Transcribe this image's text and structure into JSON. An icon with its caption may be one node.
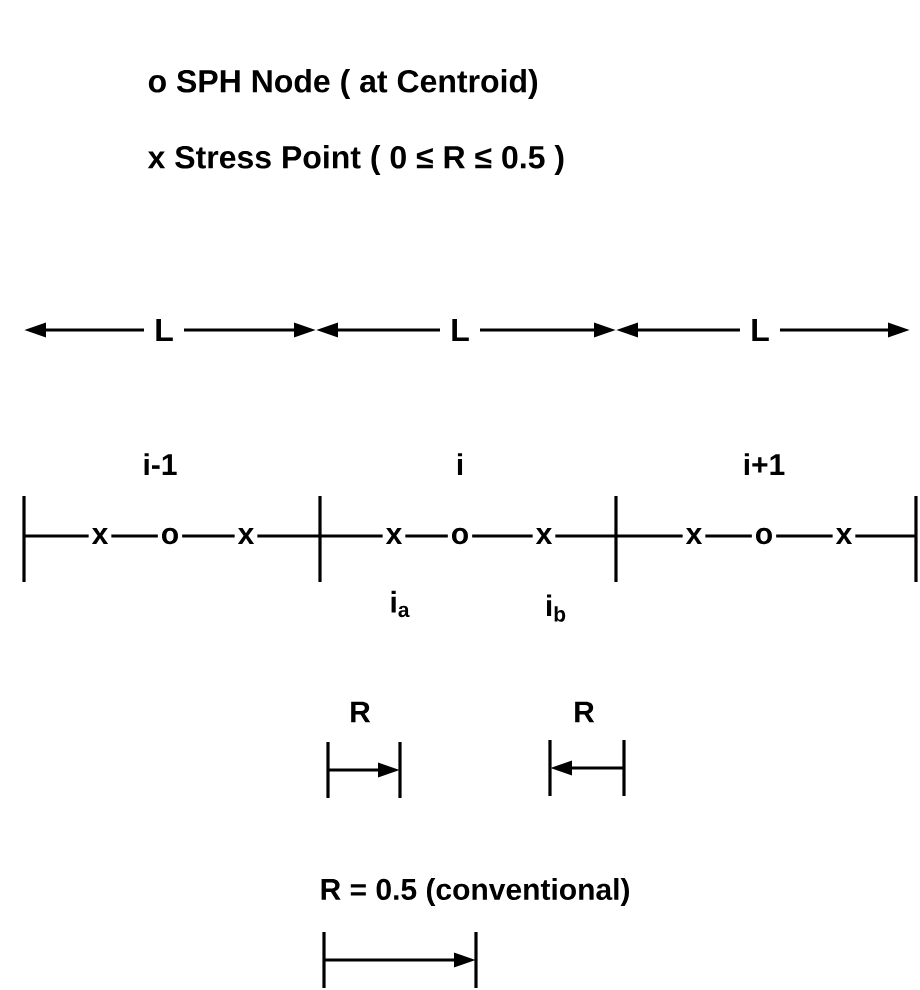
{
  "diagram": {
    "labels": [
      "o SPH Node ( at Centroid)",
      "x Stress Point ( 0 ≤ R ≤ 0.5 )",
      "L",
      "L",
      "L",
      "i-1",
      "i",
      "i+1",
      "x",
      "o",
      "x",
      "x",
      "o",
      "x",
      "x",
      "o",
      "x",
      "i$_{a}$",
      "i$_{b}$",
      "R",
      "R",
      "R = 0.5 (conventional)"
    ]
  }
}
